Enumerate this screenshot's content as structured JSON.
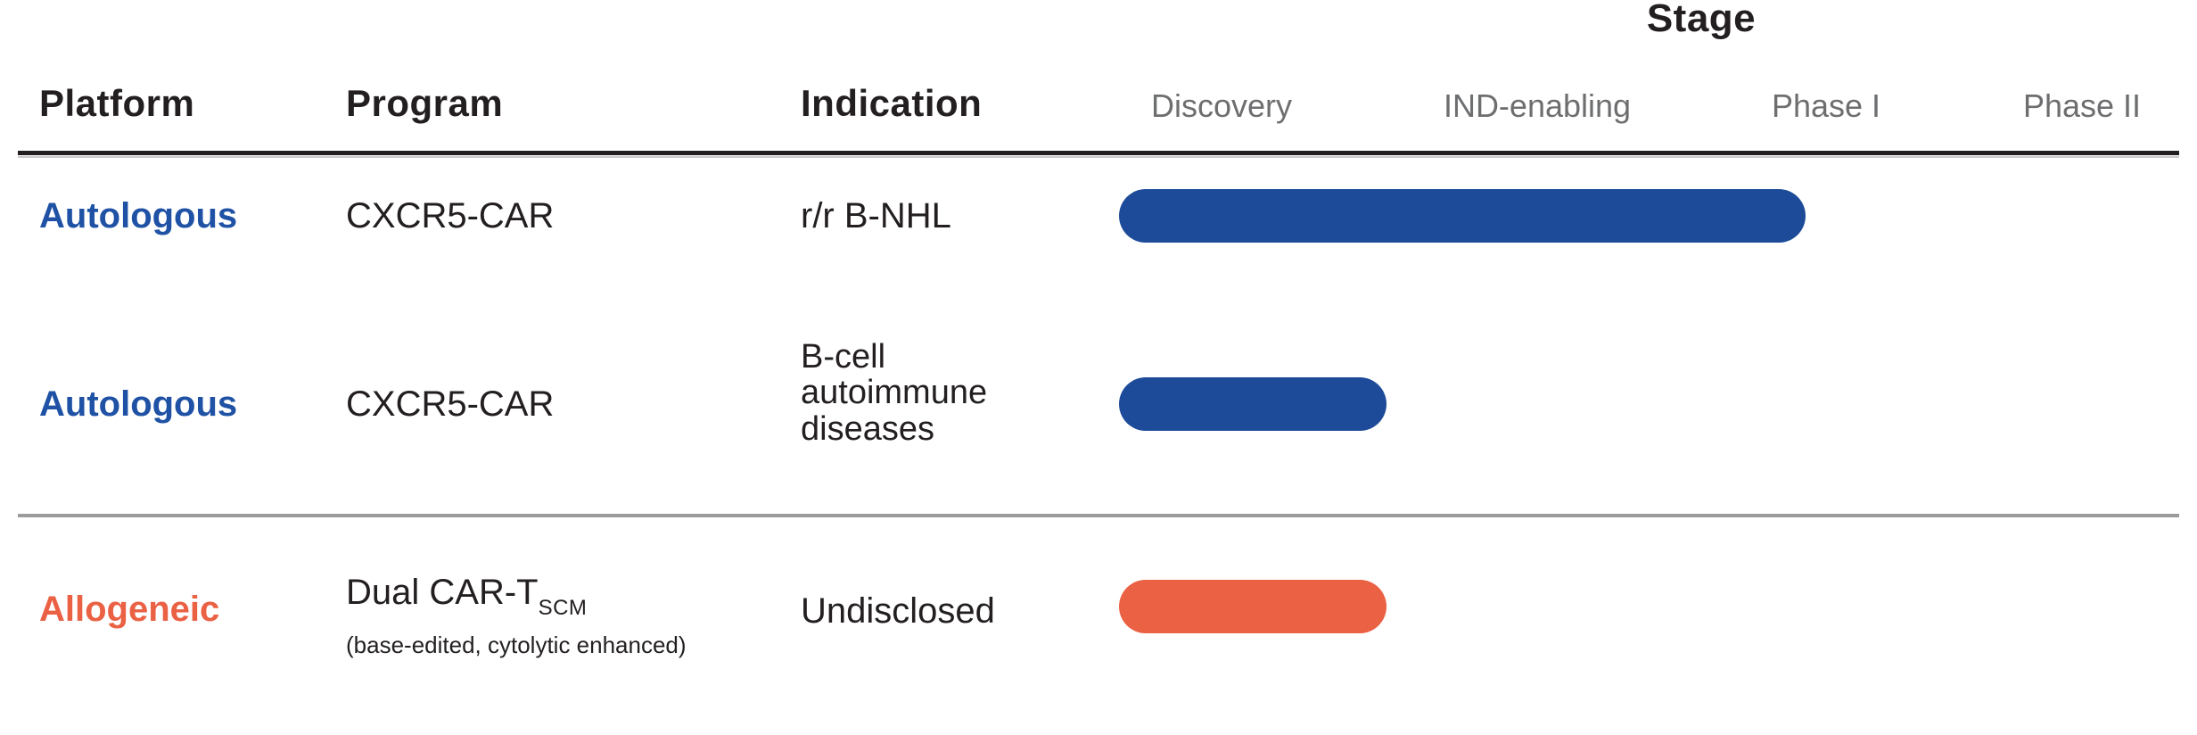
{
  "header": {
    "stage_title": "Stage",
    "platform": "Platform",
    "program": "Program",
    "indication": "Indication",
    "stages": [
      "Discovery",
      "IND-enabling",
      "Phase I",
      "Phase II"
    ]
  },
  "rows": [
    {
      "platform": "Autologous",
      "platform_color": "#1f52a5",
      "program": "CXCR5-CAR",
      "indication": "r/r B-NHL",
      "bar": {
        "from": "Discovery",
        "to": "Phase I",
        "color": "#1e4b99"
      }
    },
    {
      "platform": "Autologous",
      "platform_color": "#1f52a5",
      "program": "CXCR5-CAR",
      "indication": "B-cell autoimmune diseases",
      "bar": {
        "from": "Discovery",
        "to": "Discovery",
        "color": "#1e4b99"
      }
    },
    {
      "platform": "Allogeneic",
      "platform_color": "#ea6144",
      "program": "Dual CAR-T",
      "program_subscript": "SCM",
      "program_note": "(base-edited, cytolytic enhanced)",
      "indication": "Undisclosed",
      "bar": {
        "from": "Discovery",
        "to": "Discovery",
        "color": "#ea6144"
      }
    }
  ],
  "colors": {
    "body_text": "#231f20",
    "stage_label_gray": "#6d6e70",
    "header_rule": "#231f20",
    "row_divider": "#9b9b9b",
    "blue_bar": "#1e4b99",
    "blue_text": "#1f52a5",
    "orange": "#ea6144"
  },
  "chart_data": {
    "type": "bar",
    "title": "Stage",
    "orientation": "horizontal",
    "stage_axis": [
      "Discovery",
      "IND-enabling",
      "Phase I",
      "Phase II"
    ],
    "rows": [
      {
        "platform": "Autologous",
        "program": "CXCR5-CAR",
        "indication": "r/r B-NHL",
        "bar_from": "Discovery",
        "bar_to": "Phase I",
        "bar_extent_stages": 2.6,
        "color": "#1e4b99"
      },
      {
        "platform": "Autologous",
        "program": "CXCR5-CAR",
        "indication": "B-cell autoimmune diseases",
        "bar_from": "Discovery",
        "bar_to": "Discovery",
        "bar_extent_stages": 1.0,
        "color": "#1e4b99"
      },
      {
        "platform": "Allogeneic",
        "program": "Dual CAR-T SCM (base-edited, cytolytic enhanced)",
        "indication": "Undisclosed",
        "bar_from": "Discovery",
        "bar_to": "Discovery",
        "bar_extent_stages": 1.0,
        "color": "#ea6144"
      }
    ]
  }
}
